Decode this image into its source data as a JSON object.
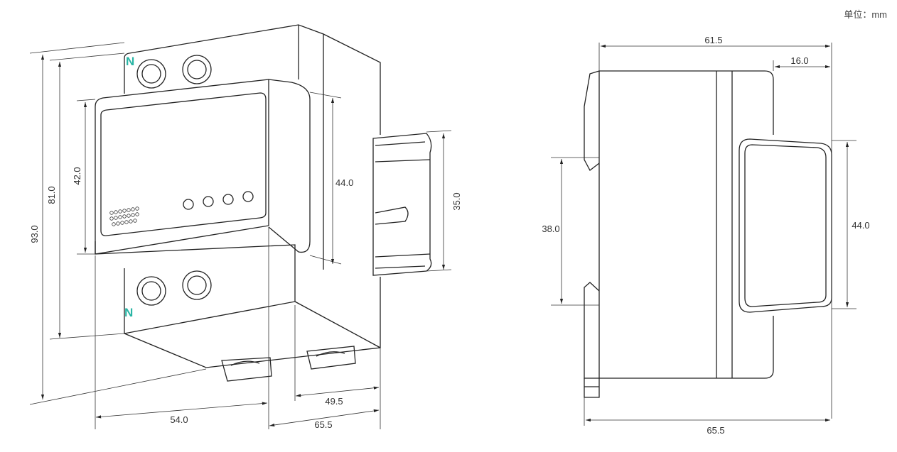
{
  "unit_label": "单位：mm",
  "terminal_label": "N",
  "accent_color": "#2ab5a5",
  "front_view": {
    "dim_height_total": "93.0",
    "dim_height_body": "81.0",
    "dim_height_front": "42.0",
    "dim_height_cover": "44.0",
    "dim_rail": "35.0",
    "dim_width_front": "54.0",
    "dim_depth_total": "65.5",
    "dim_depth_rail": "49.5"
  },
  "side_view": {
    "dim_depth_body": "61.5",
    "dim_cover_depth": "16.0",
    "dim_clip_height": "38.0",
    "dim_cover_height": "44.0",
    "dim_depth_total": "65.5"
  }
}
